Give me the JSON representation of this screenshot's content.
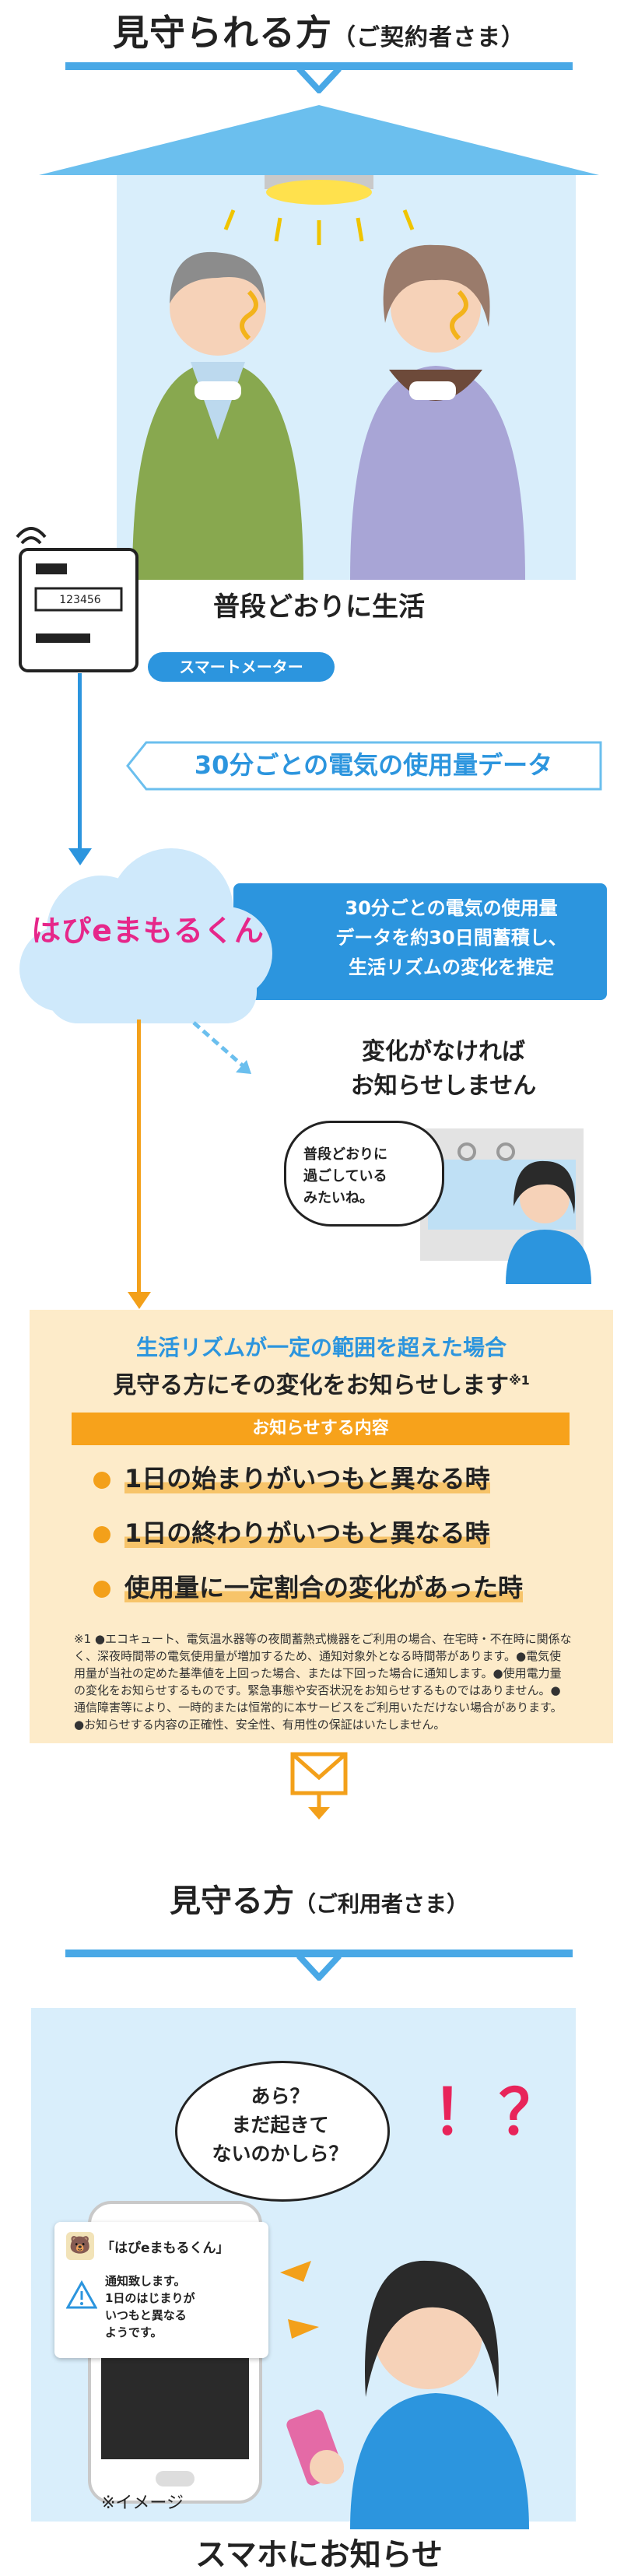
{
  "top": {
    "title": "見守られる方",
    "title_sub": "（ご契約者さま）"
  },
  "life": {
    "label": "普段どおりに生活",
    "meter_tag": "スマートメーター",
    "meter_display": "123456"
  },
  "data_label": "30分ごとの電気の使用量データ",
  "service": {
    "logo": "はぴeまもるくん",
    "desc_lines": [
      "30分ごとの電気の使用量",
      "データを約30日間蓄積し、",
      "生活リズムの変化を推定"
    ]
  },
  "no_change": {
    "lines": [
      "変化がなければ",
      "お知らせしません"
    ],
    "bubble_lines": [
      "普段どおりに",
      "過ごしている",
      "みたいね。"
    ]
  },
  "rhythm": {
    "title": "生活リズムが一定の範囲を超えた場合",
    "subtitle": "見守る方にその変化をお知らせします",
    "sup": "※1",
    "band": "お知らせする内容",
    "items": [
      "1日の始まりがいつもと異なる時",
      "1日の終わりがいつもと異なる時",
      "使用量に一定割合の変化があった時"
    ],
    "note": "※1 ●エコキュート、電気温水器等の夜間蓄熱式機器をご利用の場合、在宅時・不在時に関係なく、深夜時間帯の電気使用量が増加するため、通知対象外となる時間帯があります。●電気使用量が当社の定めた基準値を上回った場合、または下回った場合に通知します。●使用電力量の変化をお知らせするものです。緊急事態や安否状況をお知らせするものではありません。●通信障害等により、一時的または恒常的に本サービスをご利用いただけない場合があります。●お知らせする内容の正確性、安全性、有用性の保証はいたしません。"
  },
  "bottom": {
    "title": "見守る方",
    "title_sub": "（ご利用者さま）"
  },
  "phone": {
    "bubble_lines": [
      "あら？",
      "まだ起きて",
      "ないのかしら？"
    ],
    "exclaim": "！？",
    "app_name": "「はぴeまもるくん」",
    "notif_lines": [
      "通知致します。",
      "1日のはじまりが",
      "いつもと異なる",
      "ようです。"
    ],
    "image_note": "※イメージ"
  },
  "footer": "スマホにお知らせ",
  "colors": {
    "blue": "#2c95de",
    "orange": "#f7a21b",
    "cream": "#fdebc9",
    "pink": "#e6278a"
  }
}
